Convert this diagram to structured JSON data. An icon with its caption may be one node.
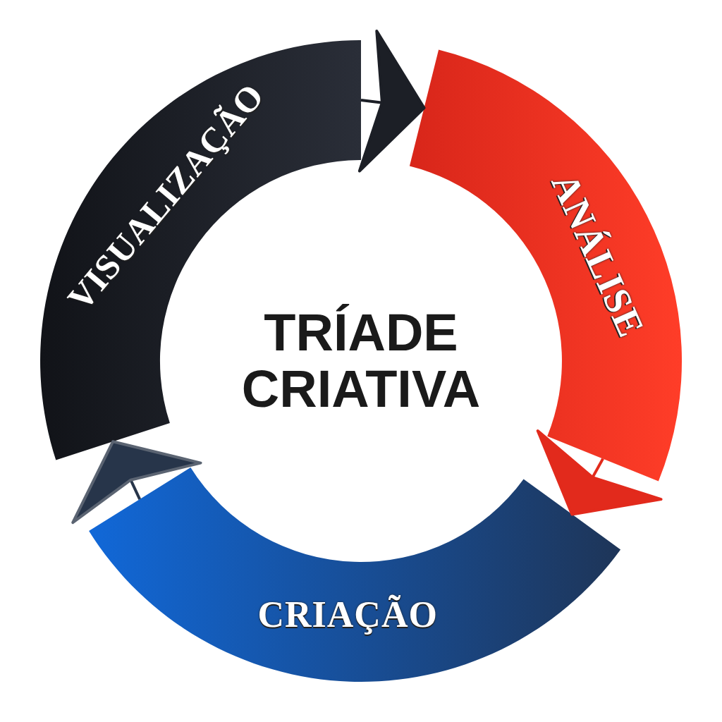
{
  "diagram": {
    "title": "TRÍADE CRIATIVA",
    "nodes": [
      {
        "text": [
          "VISUALIZAÇÃO"
        ]
      },
      {
        "text": [
          "ANÁLISE"
        ]
      },
      {
        "text": [
          "CRIAÇÃO"
        ]
      }
    ],
    "edges": [
      {
        "from": 0,
        "to": 1,
        "arrow": "to",
        "color": "#1c1f26"
      },
      {
        "from": 1,
        "to": 2,
        "arrow": "to",
        "color": "#e22a1c"
      },
      {
        "from": 2,
        "to": 0,
        "arrow": "to",
        "color": "#27354a"
      }
    ]
  }
}
